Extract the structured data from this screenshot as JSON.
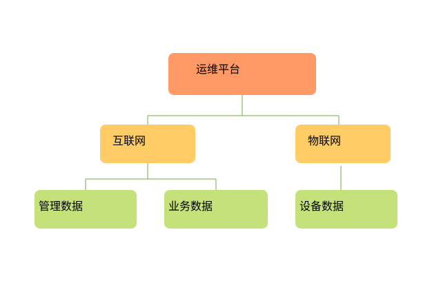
{
  "colors": {
    "root_fill": "#FF9966",
    "level1_fill": "#FFCC66",
    "level2_fill": "#C5E17A",
    "connector": "#70AD47"
  },
  "nodes": {
    "root": {
      "label": "运维平台"
    },
    "internet": {
      "label": "互联网"
    },
    "iot": {
      "label": "物联网"
    },
    "management_data": {
      "label": "管理数据"
    },
    "business_data": {
      "label": "业务数据"
    },
    "device_data": {
      "label": "设备数据"
    }
  }
}
